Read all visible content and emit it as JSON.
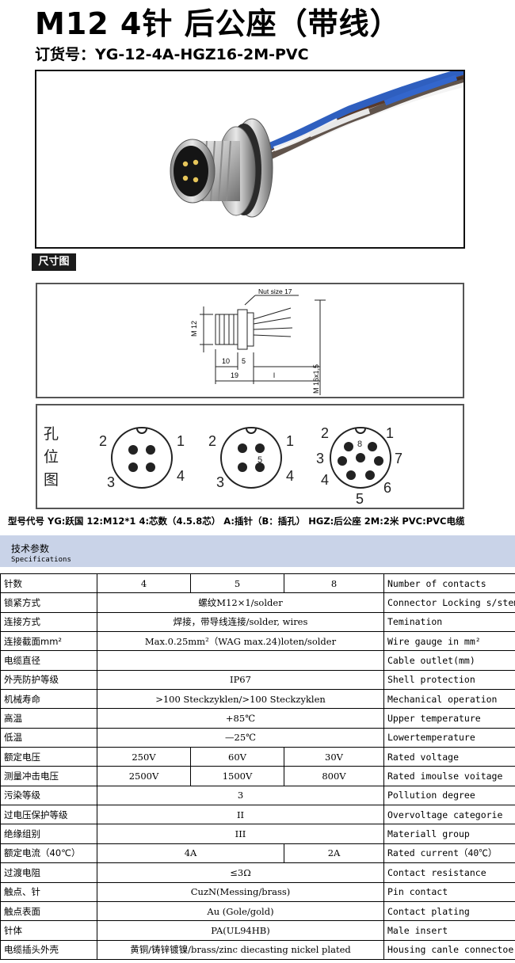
{
  "title": "M12 4针 后公座（带线）",
  "order_no": "订货号：YG-12-4A-HGZ16-2M-PVC",
  "dim_label": "尺寸图",
  "drawing": {
    "nut_label": "Nut size 17",
    "m12": "M 12",
    "m16": "M 16x1,5",
    "d10": "10",
    "d19": "19",
    "d5": "5",
    "dl": "l"
  },
  "pin_layout": {
    "label_chars": [
      "孔",
      "位",
      "图"
    ],
    "four": {
      "n1": "1",
      "n2": "2",
      "n3": "3",
      "n4": "4"
    },
    "five": {
      "n1": "1",
      "n2": "2",
      "n3": "3",
      "n4": "4",
      "n5": "5"
    },
    "eight": {
      "n1": "1",
      "n2": "2",
      "n3": "3",
      "n4": "4",
      "n5": "5",
      "n6": "6",
      "n7": "7",
      "n8": "8"
    }
  },
  "model_code": "型号代号   YG:跃国   12:M12*1   4:芯数（4.5.8芯）   A:插针（B：插孔）   HGZ:后公座   2M:2米   PVC:PVC电缆",
  "spec_header": {
    "zh": "技术参数",
    "en": "Specifications"
  },
  "specs": {
    "contacts": {
      "zh": "针数",
      "v1": "4",
      "v2": "5",
      "v3": "8",
      "en": "Number of contacts"
    },
    "locking": {
      "zh": "锁紧方式",
      "v": "螺纹M12×1/solder",
      "en": "Connector Locking s/stem"
    },
    "connection": {
      "zh": "连接方式",
      "v": "焊接，带导线连接/solder, wires",
      "en": "Temination"
    },
    "wire": {
      "zh": "连接截面mm²",
      "v": "Max.0.25mm²（WAG max.24)loten/solder",
      "en": "Wire gauge in mm²"
    },
    "cable": {
      "zh": "电缆直径",
      "v": "",
      "en": "Cable outlet(mm)"
    },
    "shell": {
      "zh": "外壳防护等级",
      "v": "IP67",
      "en": "Shell protection"
    },
    "mech": {
      "zh": "机械寿命",
      "v": ">100 Steckzyklen/>100 Steckzyklen",
      "en": "Mechanical operation"
    },
    "high": {
      "zh": "高温",
      "v": "+85℃",
      "en": "Upper temperature"
    },
    "low": {
      "zh": "低温",
      "v": "—25℃",
      "en": "Lowertemperature"
    },
    "voltage": {
      "zh": "额定电压",
      "v1": "250V",
      "v2": "60V",
      "v3": "30V",
      "en": "Rated voltage"
    },
    "impulse": {
      "zh": "测量冲击电压",
      "v1": "2500V",
      "v2": "1500V",
      "v3": "800V",
      "en": "Rated imoulse voitage"
    },
    "pollution": {
      "zh": "污染等级",
      "v": "3",
      "en": "Pollution degree"
    },
    "overvoltage": {
      "zh": "过电压保护等级",
      "v": "II",
      "en": "Overvoltage categorie"
    },
    "material": {
      "zh": "绝缘组别",
      "v": "III",
      "en": "Materiall group"
    },
    "current": {
      "zh": "额定电流（40℃）",
      "v1": "4A",
      "v2": "2A",
      "en": "Rated current（40℃）"
    },
    "resistance": {
      "zh": "过渡电阻",
      "v": "≤3Ω",
      "en": "Contact resistance"
    },
    "contact": {
      "zh": "触点、针",
      "v": "CuzN(Messing/brass)",
      "en": "Pin contact"
    },
    "plating": {
      "zh": "触点表面",
      "v": "Au (Gole/gold)",
      "en": "Contact plating"
    },
    "insert": {
      "zh": "针体",
      "v": "PA(UL94HB)",
      "en": "Male insert"
    },
    "housing": {
      "zh": "电缆插头外壳",
      "v": "黄铜/铸锌镀镍/brass/zinc diecasting nickel plated",
      "en": "Housing canle connectoe"
    }
  }
}
